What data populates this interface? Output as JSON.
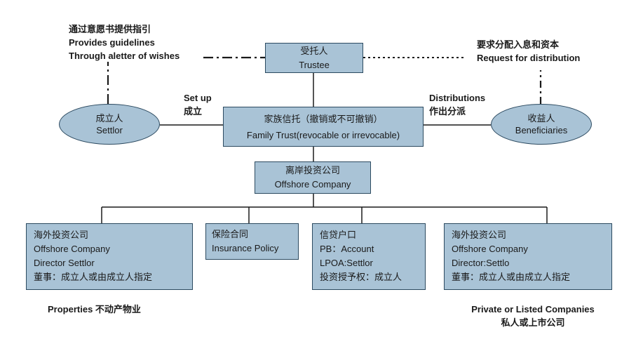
{
  "nodes": {
    "trustee": {
      "zh": "受托人",
      "en": "Trustee"
    },
    "settlor": {
      "zh": "成立人",
      "en": "Settlor"
    },
    "beneficiaries": {
      "zh": "收益人",
      "en": "Beneficiaries"
    },
    "family_trust": {
      "zh": "家族信托（撤销或不可撤销）",
      "en": "Family Trust(revocable or irrevocable)"
    },
    "offshore_company": {
      "zh": "离岸投资公司",
      "en": "Offshore Company"
    },
    "offshore_investment_left": {
      "lines": [
        "海外投资公司",
        "Offshore Company",
        "Director Settlor",
        "董事：成立人或由成立人指定"
      ]
    },
    "insurance": {
      "zh": "保险合同",
      "en": "Insurance Policy"
    },
    "credit_account": {
      "lines": [
        "信贷户口",
        "PB：Account",
        "LPOA:Settlor",
        "投资授予权：成立人"
      ]
    },
    "offshore_investment_right": {
      "lines": [
        "海外投资公司",
        "Offshore Company",
        "Director:Settlo",
        "董事：成立人或由成立人指定"
      ]
    }
  },
  "labels": {
    "guidelines": {
      "zh": "通过意愿书提供指引",
      "en1": "Provides guidelines",
      "en2": "Through aletter of wishes"
    },
    "distribution_request": {
      "zh": "要求分配入息和资本",
      "en": "Request for distribution"
    },
    "set_up": {
      "en": "Set up",
      "zh": "成立"
    },
    "distributions": {
      "en": "Distributions",
      "zh": "作出分派"
    },
    "properties": "Properties 不动产物业",
    "companies": {
      "en": "Private or Listed Companies",
      "zh": "私人或上市公司"
    }
  },
  "colors": {
    "fill": "#a9c3d6",
    "stroke": "#2c4a60",
    "line": "#1a1a1a"
  }
}
